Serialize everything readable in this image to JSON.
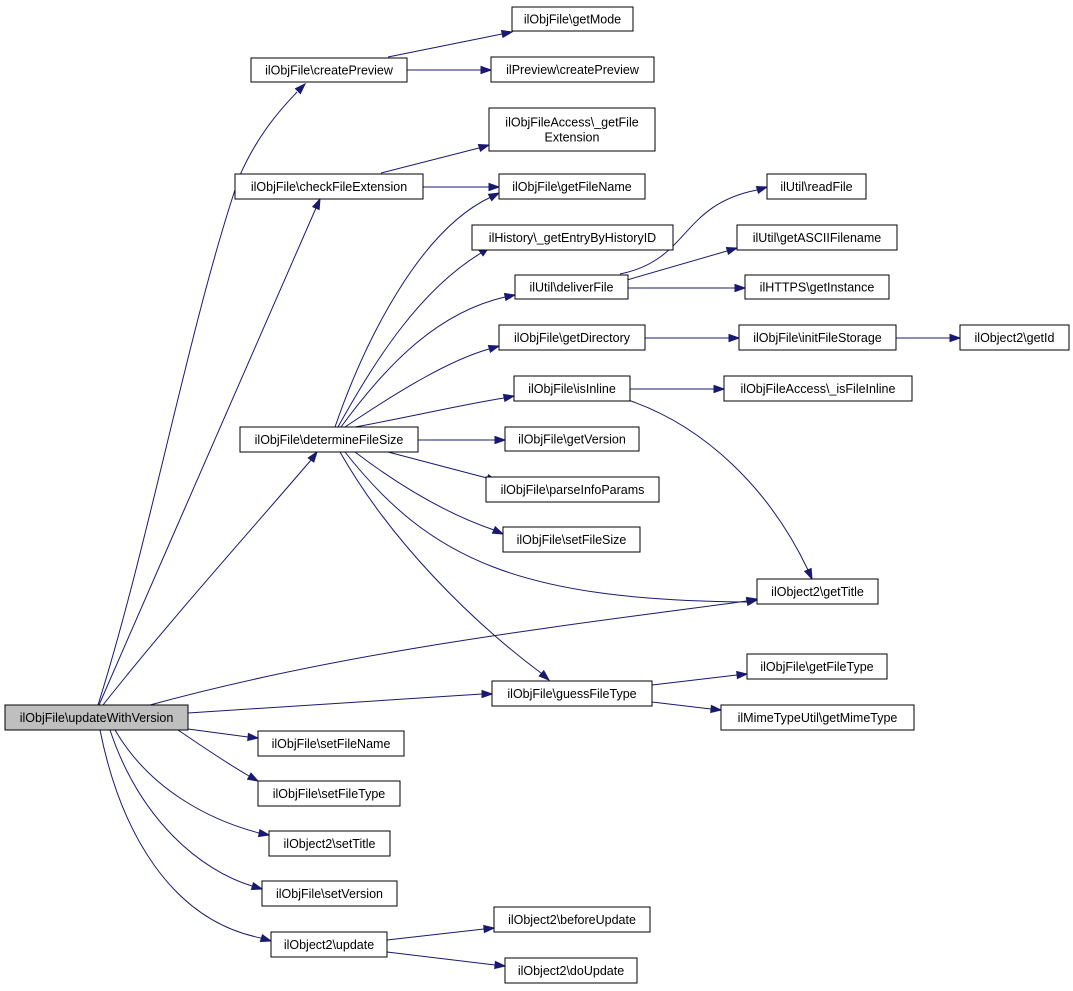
{
  "diagram": {
    "type": "call-graph",
    "colors": {
      "edge": "#191970",
      "root_fill": "#bfbfbf",
      "node_fill": "#ffffff",
      "border": "#000000"
    },
    "nodes": [
      {
        "id": "updateWithVersion",
        "lines": [
          "ilObjFile\\updateWithVersion"
        ],
        "root": true
      },
      {
        "id": "createPreview",
        "lines": [
          "ilObjFile\\createPreview"
        ]
      },
      {
        "id": "getMode",
        "lines": [
          "ilObjFile\\getMode"
        ]
      },
      {
        "id": "previewCreate",
        "lines": [
          "ilPreview\\createPreview"
        ]
      },
      {
        "id": "getFileExt",
        "lines": [
          "ilObjFileAccess\\_getFile",
          "Extension"
        ]
      },
      {
        "id": "checkFileExt",
        "lines": [
          "ilObjFile\\checkFileExtension"
        ]
      },
      {
        "id": "getFileName",
        "lines": [
          "ilObjFile\\getFileName"
        ]
      },
      {
        "id": "getEntryByHistoryID",
        "lines": [
          "ilHistory\\_getEntryByHistoryID"
        ]
      },
      {
        "id": "readFile",
        "lines": [
          "ilUtil\\readFile"
        ]
      },
      {
        "id": "getASCIIFilename",
        "lines": [
          "ilUtil\\getASCIIFilename"
        ]
      },
      {
        "id": "deliverFile",
        "lines": [
          "ilUtil\\deliverFile"
        ]
      },
      {
        "id": "getInstance",
        "lines": [
          "ilHTTPS\\getInstance"
        ]
      },
      {
        "id": "getDirectory",
        "lines": [
          "ilObjFile\\getDirectory"
        ]
      },
      {
        "id": "initFileStorage",
        "lines": [
          "ilObjFile\\initFileStorage"
        ]
      },
      {
        "id": "getId",
        "lines": [
          "ilObject2\\getId"
        ]
      },
      {
        "id": "isInline",
        "lines": [
          "ilObjFile\\isInline"
        ]
      },
      {
        "id": "isFileInline",
        "lines": [
          "ilObjFileAccess\\_isFileInline"
        ]
      },
      {
        "id": "determineFileSize",
        "lines": [
          "ilObjFile\\determineFileSize"
        ]
      },
      {
        "id": "getVersion",
        "lines": [
          "ilObjFile\\getVersion"
        ]
      },
      {
        "id": "parseInfoParams",
        "lines": [
          "ilObjFile\\parseInfoParams"
        ]
      },
      {
        "id": "setFileSize",
        "lines": [
          "ilObjFile\\setFileSize"
        ]
      },
      {
        "id": "getTitle",
        "lines": [
          "ilObject2\\getTitle"
        ]
      },
      {
        "id": "getFileType",
        "lines": [
          "ilObjFile\\getFileType"
        ]
      },
      {
        "id": "guessFileType",
        "lines": [
          "ilObjFile\\guessFileType"
        ]
      },
      {
        "id": "getMimeType",
        "lines": [
          "ilMimeTypeUtil\\getMimeType"
        ]
      },
      {
        "id": "setFileName",
        "lines": [
          "ilObjFile\\setFileName"
        ]
      },
      {
        "id": "setFileType",
        "lines": [
          "ilObjFile\\setFileType"
        ]
      },
      {
        "id": "setTitle",
        "lines": [
          "ilObject2\\setTitle"
        ]
      },
      {
        "id": "setVersion",
        "lines": [
          "ilObjFile\\setVersion"
        ]
      },
      {
        "id": "update",
        "lines": [
          "ilObject2\\update"
        ]
      },
      {
        "id": "beforeUpdate",
        "lines": [
          "ilObject2\\beforeUpdate"
        ]
      },
      {
        "id": "doUpdate",
        "lines": [
          "ilObject2\\doUpdate"
        ]
      }
    ],
    "edges": [
      [
        "createPreview",
        "getMode"
      ],
      [
        "createPreview",
        "previewCreate"
      ],
      [
        "checkFileExt",
        "getFileExt"
      ],
      [
        "checkFileExt",
        "getFileName"
      ],
      [
        "deliverFile",
        "readFile"
      ],
      [
        "deliverFile",
        "getASCIIFilename"
      ],
      [
        "deliverFile",
        "getInstance"
      ],
      [
        "getDirectory",
        "initFileStorage"
      ],
      [
        "initFileStorage",
        "getId"
      ],
      [
        "isInline",
        "isFileInline"
      ],
      [
        "isInline",
        "getTitle"
      ],
      [
        "determineFileSize",
        "getFileName"
      ],
      [
        "determineFileSize",
        "getEntryByHistoryID"
      ],
      [
        "determineFileSize",
        "deliverFile"
      ],
      [
        "determineFileSize",
        "getDirectory"
      ],
      [
        "determineFileSize",
        "isInline"
      ],
      [
        "determineFileSize",
        "getVersion"
      ],
      [
        "determineFileSize",
        "parseInfoParams"
      ],
      [
        "determineFileSize",
        "setFileSize"
      ],
      [
        "determineFileSize",
        "getTitle"
      ],
      [
        "determineFileSize",
        "guessFileType"
      ],
      [
        "guessFileType",
        "getFileType"
      ],
      [
        "guessFileType",
        "getMimeType"
      ],
      [
        "update",
        "beforeUpdate"
      ],
      [
        "update",
        "doUpdate"
      ],
      [
        "updateWithVersion",
        "createPreview"
      ],
      [
        "updateWithVersion",
        "checkFileExt"
      ],
      [
        "updateWithVersion",
        "determineFileSize"
      ],
      [
        "updateWithVersion",
        "getTitle"
      ],
      [
        "updateWithVersion",
        "guessFileType"
      ],
      [
        "updateWithVersion",
        "setFileName"
      ],
      [
        "updateWithVersion",
        "setFileType"
      ],
      [
        "updateWithVersion",
        "setTitle"
      ],
      [
        "updateWithVersion",
        "setVersion"
      ],
      [
        "updateWithVersion",
        "update"
      ]
    ]
  }
}
